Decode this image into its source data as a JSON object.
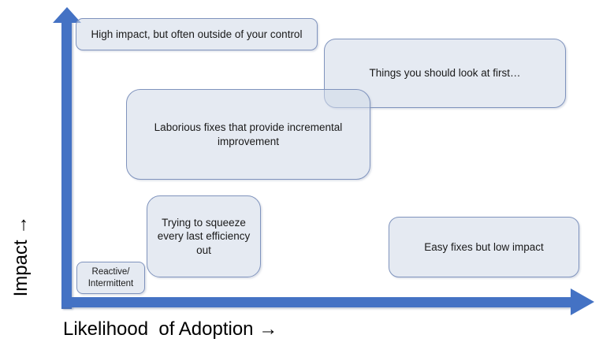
{
  "axes": {
    "x_label": "Likelihood  of Adoption →",
    "y_label": "Impact →",
    "x_axis_semantic": "likelihood of adoption (low to high)",
    "y_axis_semantic": "impact (low to high)"
  },
  "boxes": [
    {
      "name": "high-impact-outside-control",
      "text": "High impact, but often outside of your control",
      "impact": "high",
      "likelihood": "low"
    },
    {
      "name": "things-look-at-first",
      "text": "Things you should look at first…",
      "impact": "high",
      "likelihood": "high"
    },
    {
      "name": "laborious-fixes",
      "text": "Laborious fixes that provide incremental improvement",
      "impact": "medium-high",
      "likelihood": "medium"
    },
    {
      "name": "squeeze-efficiency",
      "text": "Trying to squeeze every last efficiency out",
      "impact": "low-medium",
      "likelihood": "low-medium"
    },
    {
      "name": "reactive-intermittent",
      "text": "Reactive/ Intermittent",
      "impact": "low",
      "likelihood": "low"
    },
    {
      "name": "easy-fixes-low-impact",
      "text": "Easy fixes but low impact",
      "impact": "low",
      "likelihood": "high"
    }
  ],
  "colors": {
    "axis": "#4472C4",
    "box_border": "#7F93BD",
    "box_fill": "#E9ECF3",
    "text": "#1A1A1A",
    "background": "#FFFFFF"
  }
}
